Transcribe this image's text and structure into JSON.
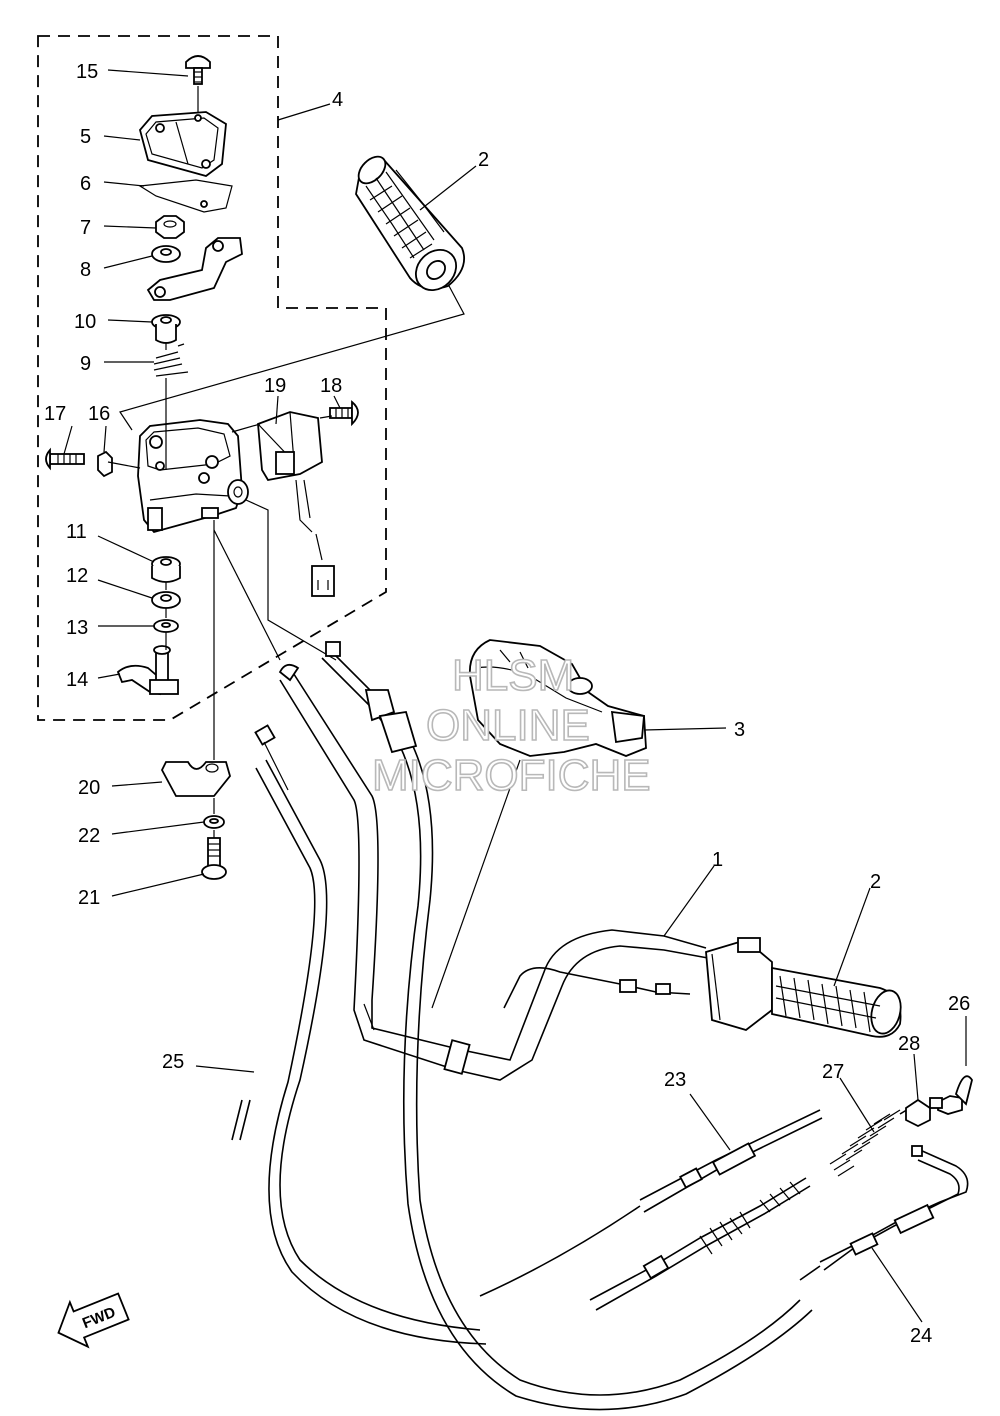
{
  "labels": {
    "l1": "1",
    "l2a": "2",
    "l2b": "2",
    "l3": "3",
    "l4": "4",
    "l5": "5",
    "l6": "6",
    "l7": "7",
    "l8": "8",
    "l9": "9",
    "l10": "10",
    "l11": "11",
    "l12": "12",
    "l13": "13",
    "l14": "14",
    "l15": "15",
    "l16": "16",
    "l17": "17",
    "l18": "18",
    "l19": "19",
    "l20": "20",
    "l21": "21",
    "l22": "22",
    "l23": "23",
    "l24": "24",
    "l25": "25",
    "l26": "26",
    "l27": "27",
    "l28": "28"
  },
  "watermark": {
    "line1": "HLSM",
    "line2": "ONLINE",
    "line3": "MICROFICHE"
  },
  "fwd": "FWD"
}
